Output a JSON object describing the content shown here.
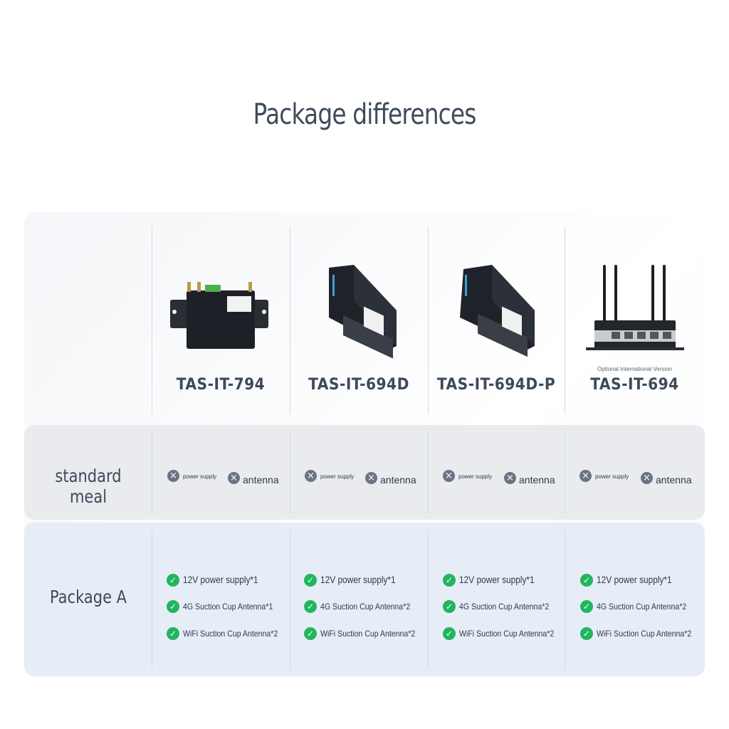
{
  "title": "Package differences",
  "row_labels": {
    "standard": "standard meal",
    "package_a": "Package A"
  },
  "products": [
    {
      "name": "TAS-IT-794",
      "note": ""
    },
    {
      "name": "TAS-IT-694D",
      "note": ""
    },
    {
      "name": "TAS-IT-694D-P",
      "note": ""
    },
    {
      "name": "TAS-IT-694",
      "note": "Optional International Version"
    }
  ],
  "standard_meal": [
    {
      "power": "power supply",
      "antenna": "antenna"
    },
    {
      "power": "power supply",
      "antenna": "antenna"
    },
    {
      "power": "power supply",
      "antenna": "antenna"
    },
    {
      "power": "power supply",
      "antenna": "antenna"
    }
  ],
  "package_a": [
    [
      "12V power supply*1",
      "4G Suction Cup Antenna*1",
      "WiFi Suction Cup Antenna*2"
    ],
    [
      "12V power supply*1",
      "4G Suction Cup Antenna*2",
      "WiFi Suction Cup Antenna*2"
    ],
    [
      "12V power supply*1",
      "4G Suction Cup Antenna*2",
      "WiFi Suction Cup Antenna*2"
    ],
    [
      "12V power supply*1",
      "4G Suction Cup Antenna*2",
      "WiFi Suction Cup Antenna*2"
    ]
  ],
  "icons": {
    "excluded": "x-circle-icon",
    "included": "check-circle-icon"
  },
  "colors": {
    "check": "#22b55f",
    "excluded": "#6a7484",
    "text": "#3d4a5c"
  }
}
